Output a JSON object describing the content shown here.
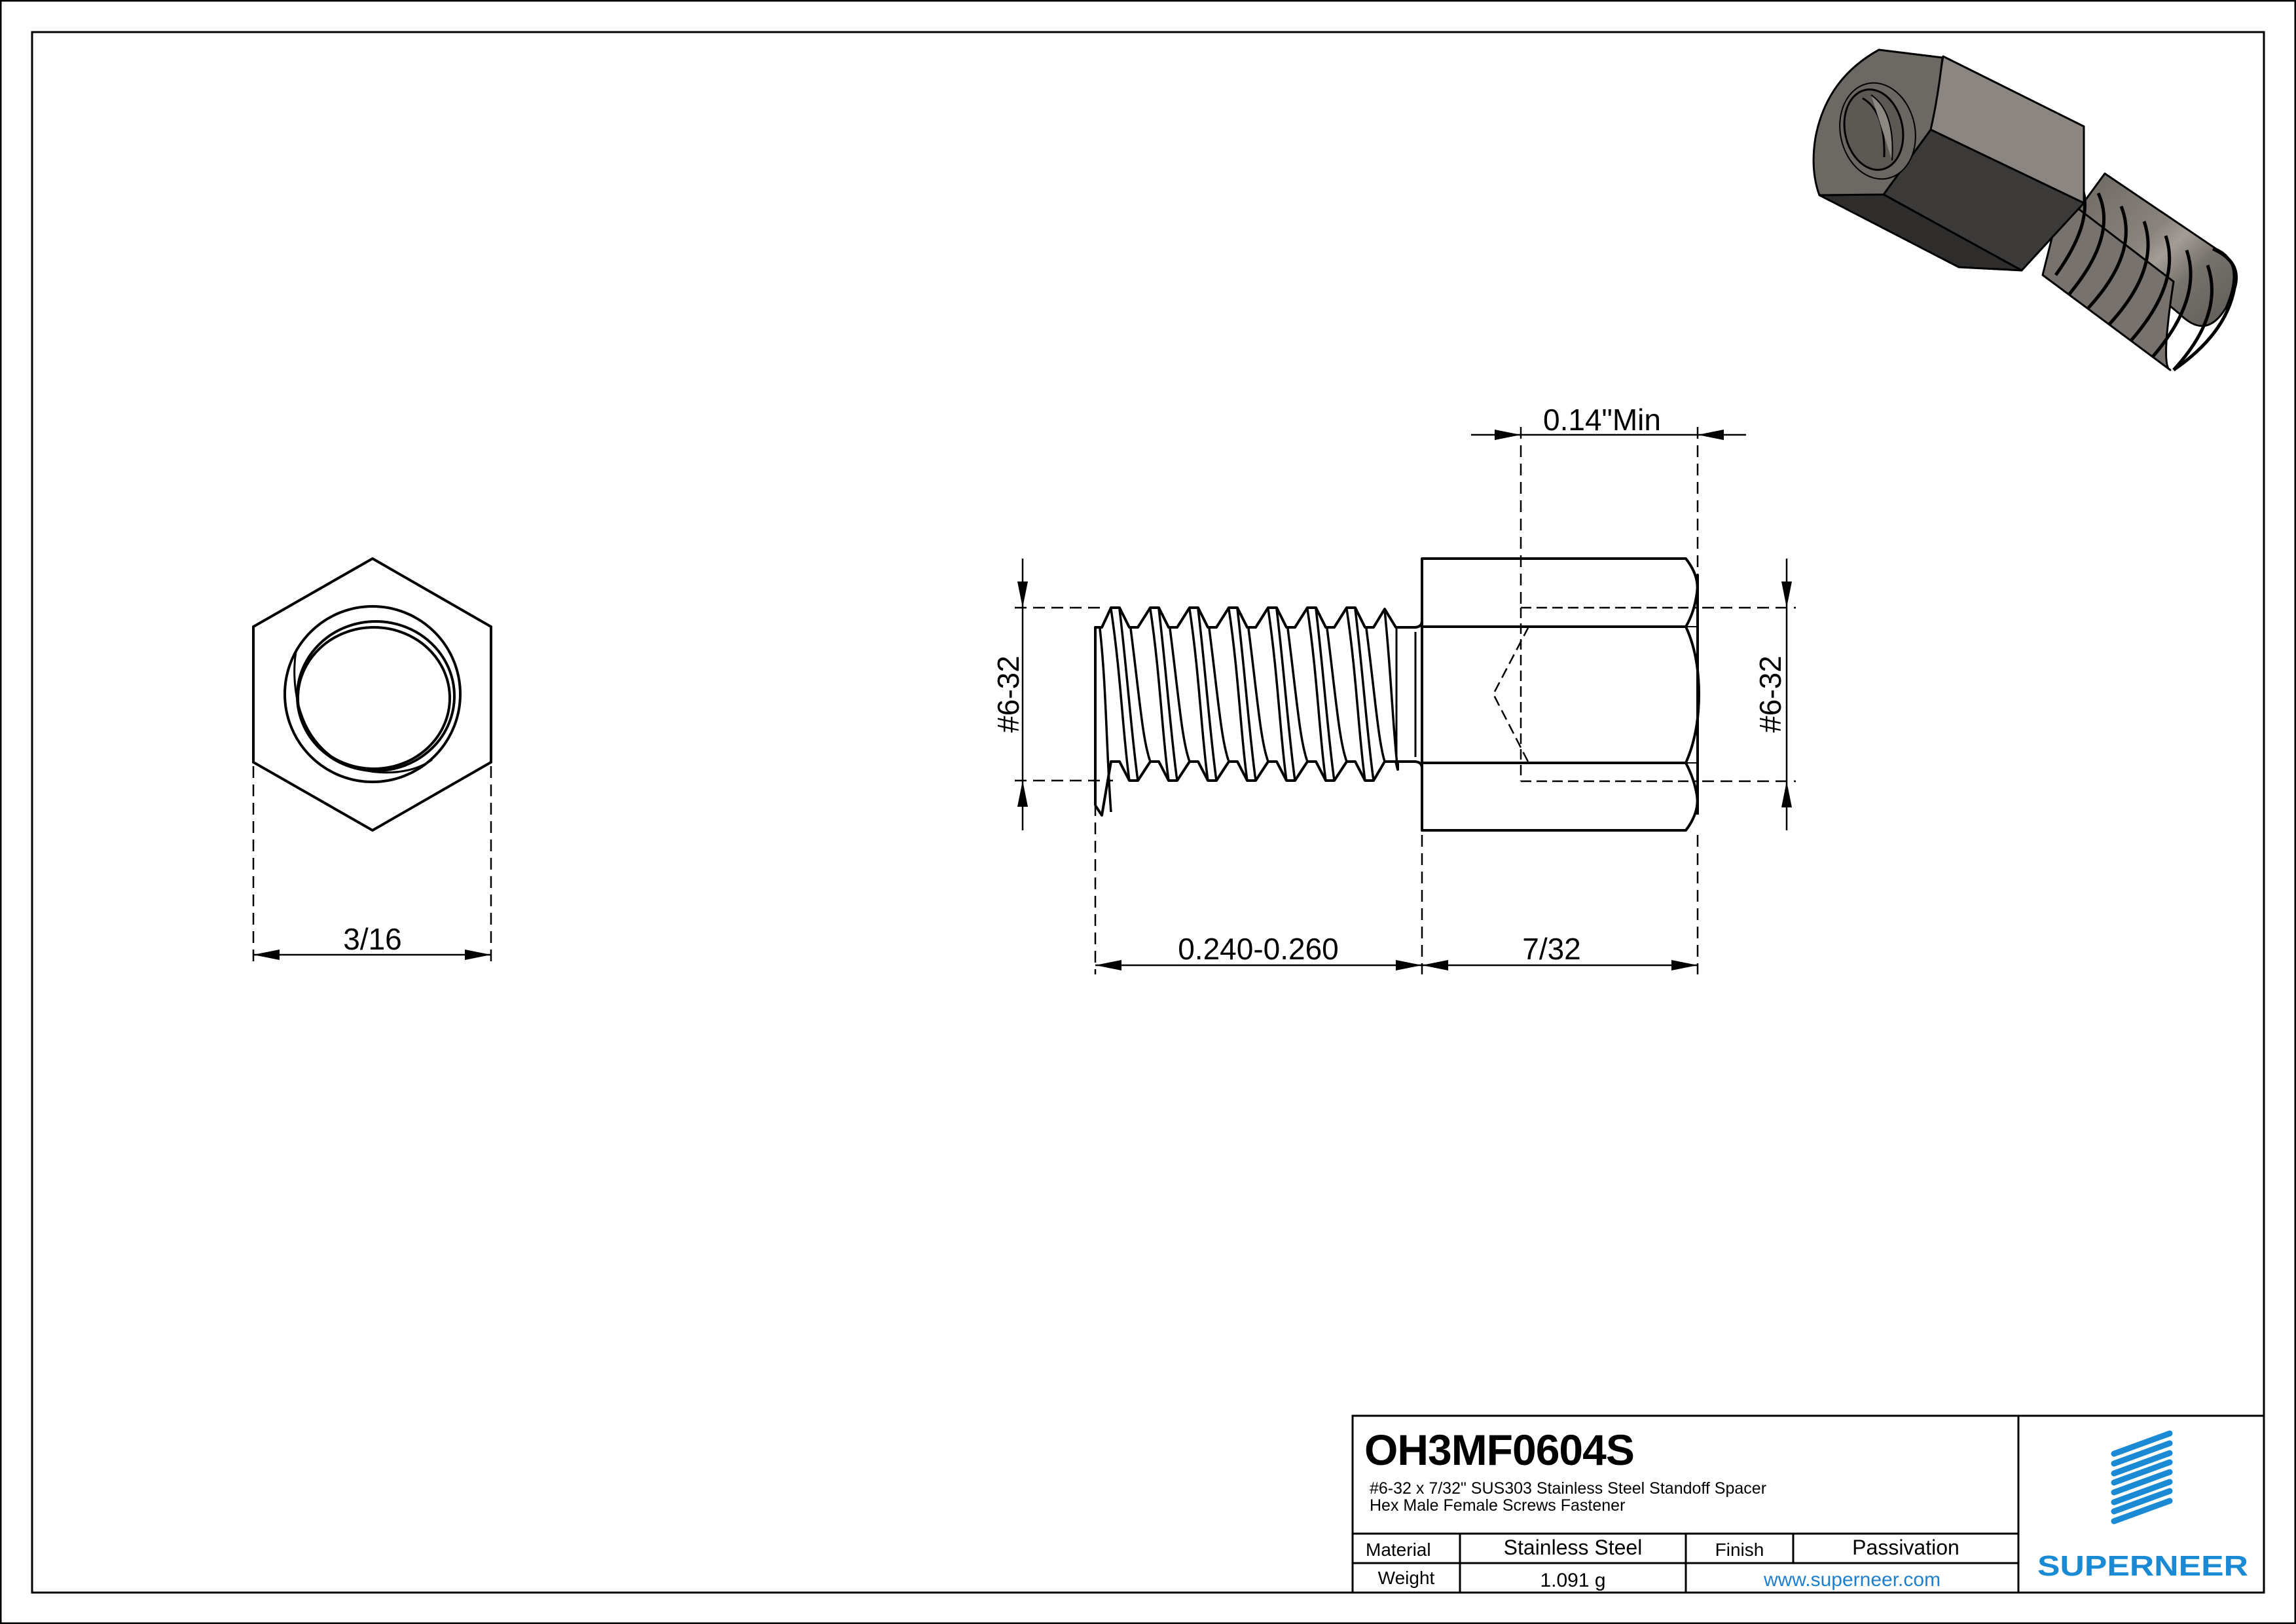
{
  "drawing": {
    "end_view": {
      "width_dimension": "3/16"
    },
    "side_view": {
      "male_thread_label": "#6-32",
      "female_thread_label": "#6-32",
      "thread_depth_label": "0.14\"Min",
      "male_length_label": "0.240-0.260",
      "body_length_label": "7/32"
    },
    "render_3d": {
      "description": "isometric render of hex male-female standoff",
      "colors": {
        "top_face": "#8b8681",
        "front_face": "#6c6864",
        "dark_face": "#3c3a38",
        "bottom_face": "#2f2d2b",
        "thread": "#77726d",
        "thread_highlight": "#a39d96"
      }
    }
  },
  "title_block": {
    "part_number": "OH3MF0604S",
    "description_line1": "#6-32 x 7/32\" SUS303 Stainless Steel Standoff Spacer",
    "description_line2": "Hex Male Female Screws Fastener",
    "rows": [
      {
        "label": "Material",
        "value": "Stainless Steel",
        "label2": "Finish",
        "value2": "Passivation"
      },
      {
        "label": "Weight",
        "value": "1.091 g",
        "link": "www.superneer.com"
      }
    ],
    "logo": {
      "brand": "SUPERNEER",
      "color": "#1a8ad4",
      "stripes": 8
    }
  },
  "colors": {
    "line": "#000000",
    "accent": "#1a8ad4",
    "link": "#1f7fcf"
  }
}
